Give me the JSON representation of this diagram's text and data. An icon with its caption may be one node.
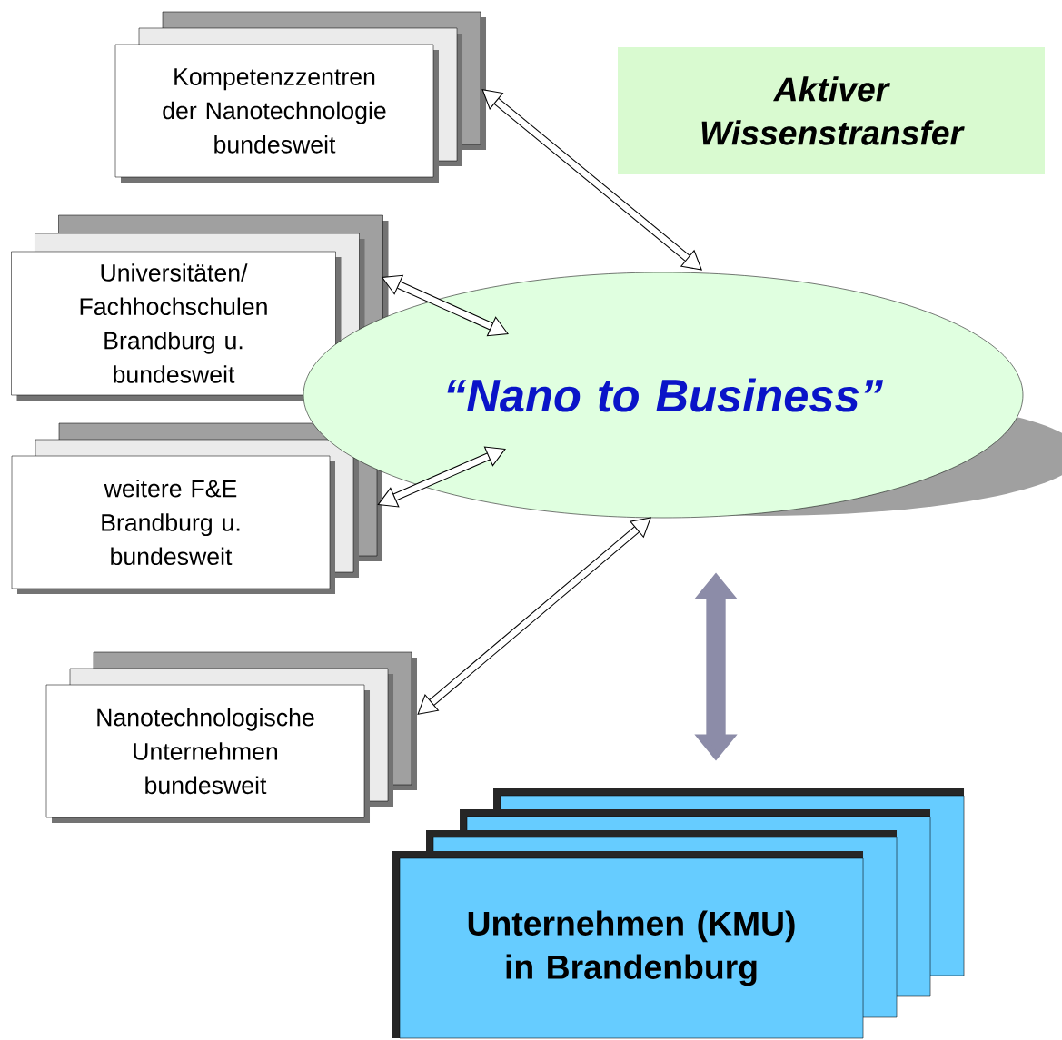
{
  "diagram": {
    "nodes": [
      {
        "text": [
          "Kompetenzzentren der Nanotechnologie bundesweit"
        ]
      },
      {
        "text": [
          "Universitäten/ Fachhochschulen Brandburg u. bundesweit"
        ]
      },
      {
        "text": [
          "weitere F&E Brandburg u. bundesweit"
        ]
      },
      {
        "text": [
          "Nanotechnologische Unternehmen bundesweit"
        ]
      },
      {
        "text": [
          "“Nano to Business”"
        ]
      },
      {
        "text": [
          "Unternehmen (KMU) in Brandenburg"
        ]
      },
      {
        "text": [
          "Aktiver Wissenstransfer"
        ]
      }
    ],
    "edges": [
      {
        "from": 0,
        "to": 4,
        "arrow": "both"
      },
      {
        "from": 1,
        "to": 4,
        "arrow": "both"
      },
      {
        "from": 2,
        "to": 4,
        "arrow": "both"
      },
      {
        "from": 3,
        "to": 4,
        "arrow": "both"
      },
      {
        "from": 4,
        "to": 5,
        "arrow": "both",
        "style": "thick",
        "color": "#8c8ca8"
      }
    ]
  }
}
